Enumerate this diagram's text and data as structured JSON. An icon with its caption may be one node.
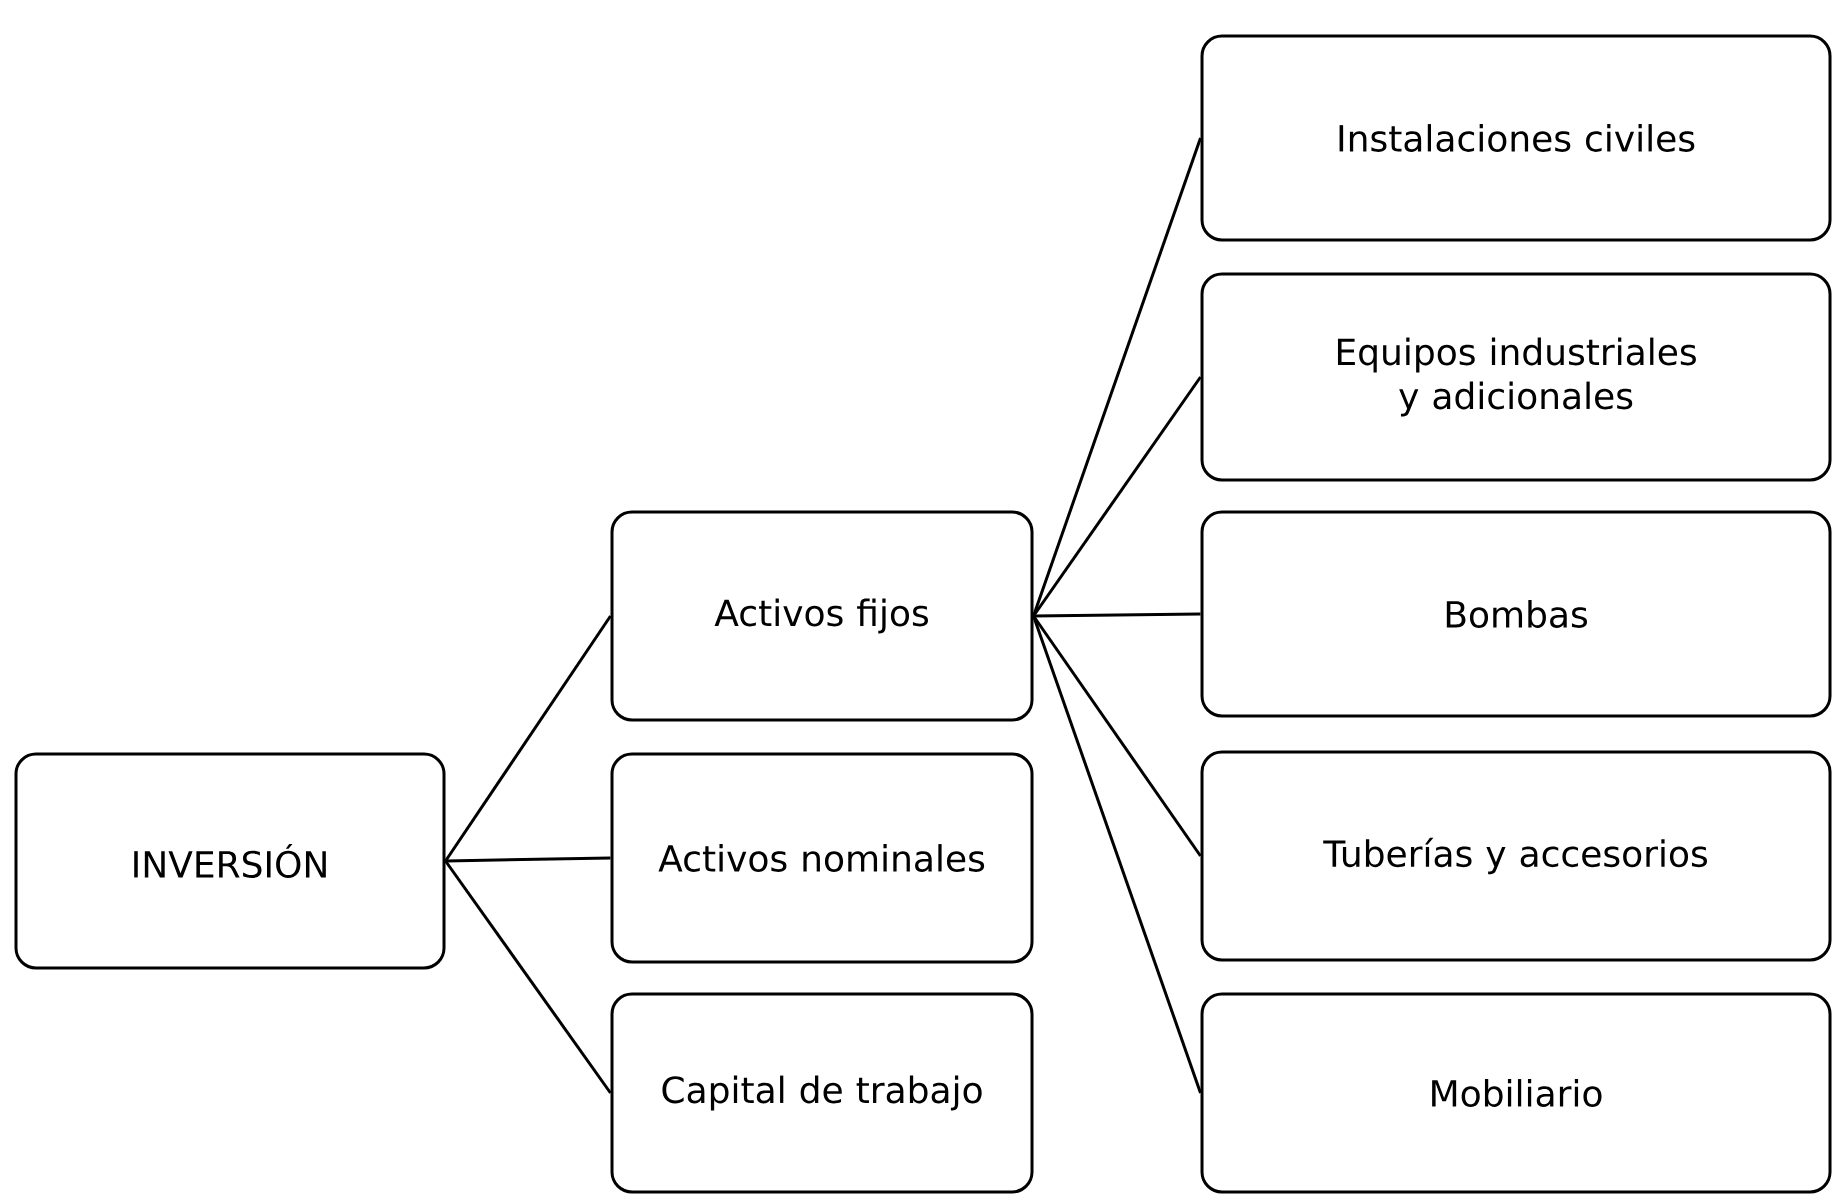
{
  "diagram": {
    "nodes": [
      {
        "text": [
          "INVERSIÓN"
        ]
      },
      {
        "text": [
          "Activos fijos"
        ]
      },
      {
        "text": [
          "Activos nominales"
        ]
      },
      {
        "text": [
          "Capital de trabajo"
        ]
      },
      {
        "text": [
          "Instalaciones civiles"
        ]
      },
      {
        "text": [
          "Equipos industriales y adicionales"
        ]
      },
      {
        "text": [
          "Bombas"
        ]
      },
      {
        "text": [
          "Tuberías y accesorios"
        ]
      },
      {
        "text": [
          "Mobiliario"
        ]
      }
    ],
    "edges": [
      {
        "from": 0,
        "to": 1,
        "arrow": "none"
      },
      {
        "from": 0,
        "to": 2,
        "arrow": "none"
      },
      {
        "from": 0,
        "to": 3,
        "arrow": "none"
      },
      {
        "from": 1,
        "to": 4,
        "arrow": "none"
      },
      {
        "from": 1,
        "to": 5,
        "arrow": "none"
      },
      {
        "from": 1,
        "to": 6,
        "arrow": "none"
      },
      {
        "from": 1,
        "to": 7,
        "arrow": "none"
      },
      {
        "from": 1,
        "to": 8,
        "arrow": "none"
      }
    ]
  }
}
